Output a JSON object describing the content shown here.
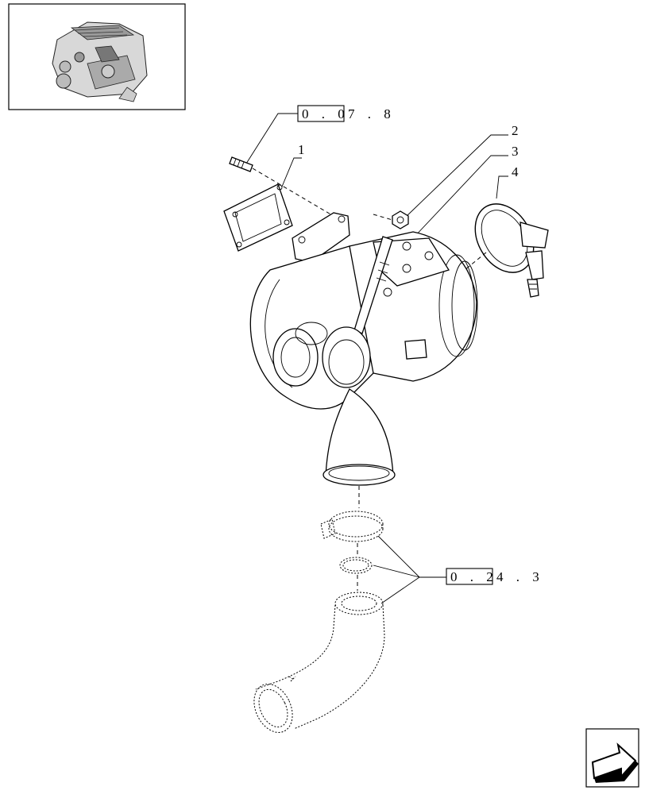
{
  "thumbnail": {
    "icon": "engine-thumbnail-icon"
  },
  "references": {
    "top": {
      "boxed": "0 . 0",
      "rest": "7 . 8"
    },
    "bottom": {
      "boxed": "0 . 2",
      "rest": "4 . 3"
    }
  },
  "callouts": [
    "1",
    "2",
    "3",
    "4"
  ],
  "nav": {
    "icon": "next-page-arrow-icon"
  }
}
